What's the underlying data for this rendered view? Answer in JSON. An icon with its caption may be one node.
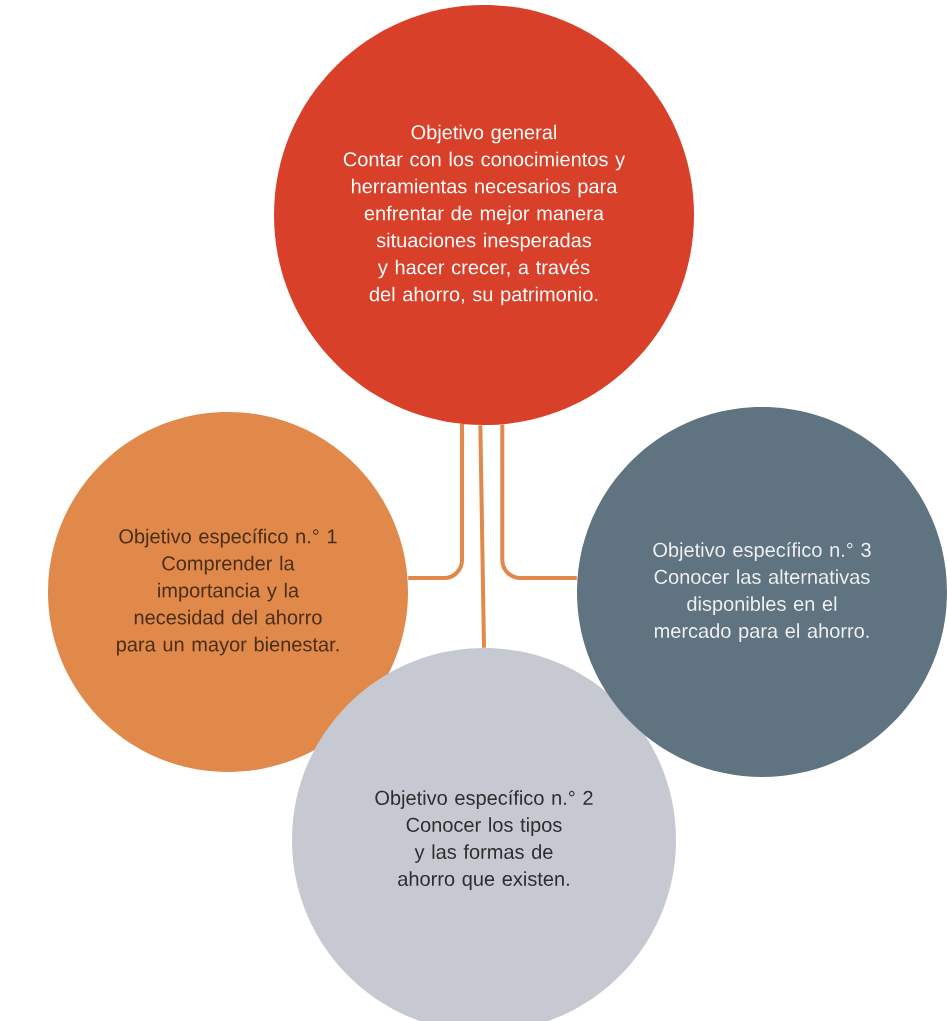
{
  "diagram": {
    "nodes": [
      {
        "text": [
          "Objetivo general",
          "Contar con los conocimientos y herramientas necesarios para enfrentar de mejor manera situaciones inesperadas y hacer crecer, a través del ahorro, su patrimonio."
        ]
      },
      {
        "text": [
          "Objetivo específico n.° 1",
          "Comprender la importancia y la necesidad del ahorro para un mayor bienestar."
        ]
      },
      {
        "text": [
          "Objetivo específico n.° 2",
          "Conocer los tipos y las formas de ahorro que existen."
        ]
      },
      {
        "text": [
          "Objetivo específico n.° 3",
          "Conocer las alternativas disponibles en el mercado para el ahorro."
        ]
      }
    ],
    "edges": [
      {
        "from": 0,
        "to": 1,
        "arrow": "none"
      },
      {
        "from": 0,
        "to": 2,
        "arrow": "none"
      },
      {
        "from": 0,
        "to": 3,
        "arrow": "none"
      }
    ]
  }
}
